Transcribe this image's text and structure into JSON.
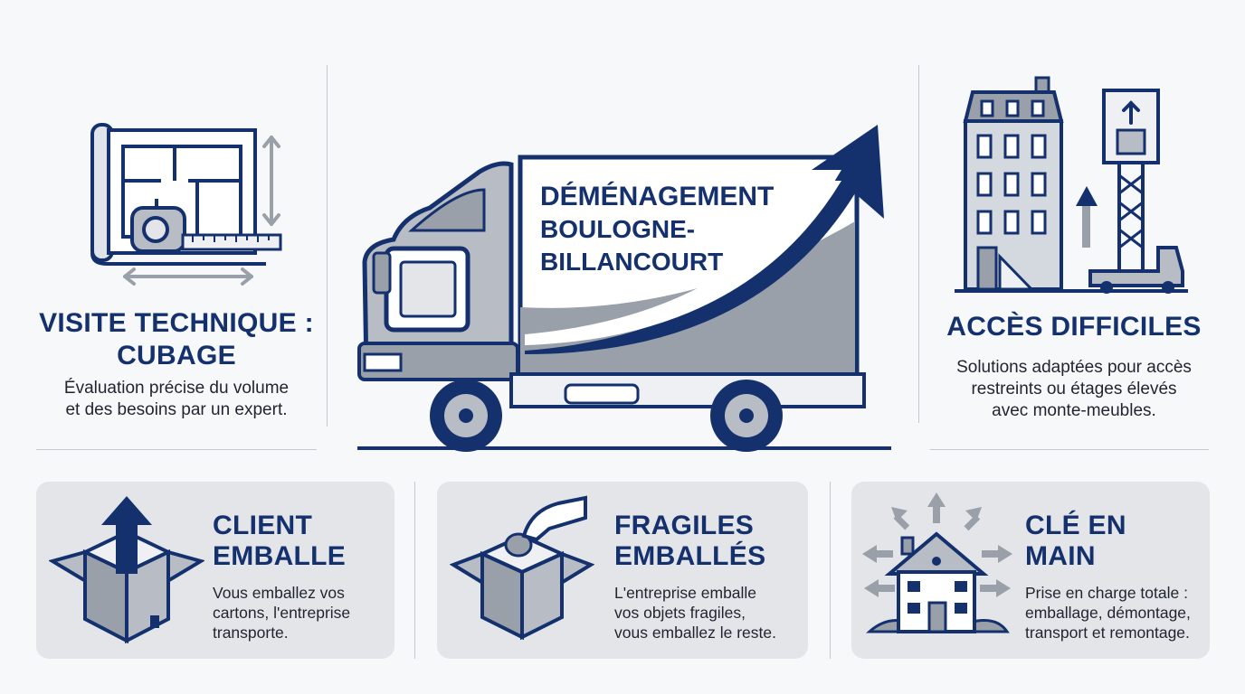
{
  "center": {
    "truck_lines": [
      "DÉMÉNAGEMENT",
      "BOULOGNE-",
      "BILLANCOURT"
    ]
  },
  "visite": {
    "title_lines": [
      "VISITE TECHNIQUE :",
      "CUBAGE"
    ],
    "desc_lines": [
      "Évaluation précise du volume",
      "et des besoins par un expert."
    ]
  },
  "acces": {
    "title": "ACCÈS DIFFICILES",
    "desc_lines": [
      "Solutions adaptées pour accès",
      "restreints ou étages élevés",
      "avec monte-meubles."
    ]
  },
  "cards": [
    {
      "title_lines": [
        "CLIENT",
        "EMBALLE"
      ],
      "desc_lines": [
        "Vous emballez vos",
        "cartons, l'entreprise",
        "transporte."
      ],
      "icon": "open-box-arrow-icon"
    },
    {
      "title_lines": [
        "FRAGILES",
        "EMBALLÉS"
      ],
      "desc_lines": [
        "L'entreprise emballe",
        "vos objets fragiles,",
        "vous emballez le reste."
      ],
      "icon": "hand-box-icon"
    },
    {
      "title_lines": [
        "CLÉ EN",
        "MAIN"
      ],
      "desc_lines": [
        "Prise en charge totale :",
        "emballage, démontage,",
        "transport et remontage."
      ],
      "icon": "house-arrows-icon"
    }
  ],
  "colors": {
    "navy": "#14316e",
    "grey": "#9aa0a9",
    "card_bg": "#e3e5e9"
  }
}
